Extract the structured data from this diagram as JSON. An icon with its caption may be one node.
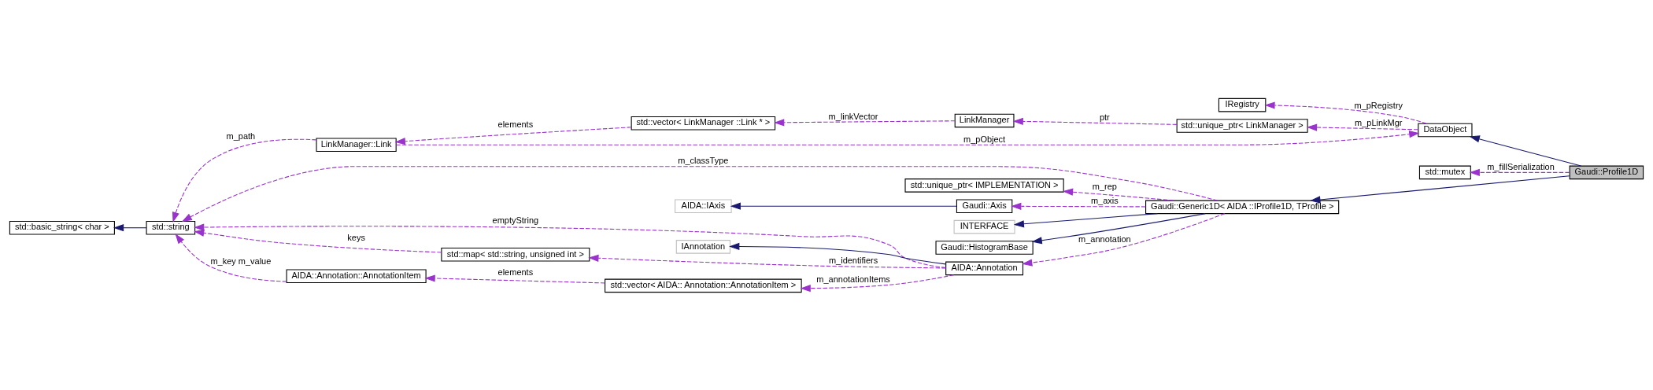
{
  "diagram": {
    "nodes": [
      {
        "text": [
          "Gaudi::Profile1D"
        ]
      },
      {
        "text": [
          "DataObject"
        ]
      },
      {
        "text": [
          "IRegistry"
        ]
      },
      {
        "text": [
          "std::unique_ptr< LinkManager >"
        ]
      },
      {
        "text": [
          "LinkManager"
        ]
      },
      {
        "text": [
          "std::vector< LinkManager ::Link * >"
        ]
      },
      {
        "text": [
          "LinkManager::Link"
        ]
      },
      {
        "text": [
          "std::string"
        ]
      },
      {
        "text": [
          "std::basic_string< char >"
        ]
      },
      {
        "text": [
          "std::mutex"
        ]
      },
      {
        "text": [
          "Gaudi::Generic1D< AIDA ::IProfile1D, TProfile >"
        ]
      },
      {
        "text": [
          "std::unique_ptr< IMPLEMENTATION >"
        ]
      },
      {
        "text": [
          "Gaudi::Axis"
        ]
      },
      {
        "text": [
          "AIDA::IAxis"
        ]
      },
      {
        "text": [
          "INTERFACE"
        ]
      },
      {
        "text": [
          "IAnnotation"
        ]
      },
      {
        "text": [
          "Gaudi::HistogramBase"
        ]
      },
      {
        "text": [
          "AIDA::Annotation"
        ]
      },
      {
        "text": [
          "std::map< std::string, unsigned int >"
        ]
      },
      {
        "text": [
          "std::vector< AIDA:: Annotation::AnnotationItem >"
        ]
      },
      {
        "text": [
          "AIDA::Annotation::AnnotationItem"
        ]
      }
    ],
    "edges": [
      {
        "from": 0,
        "to": 1,
        "arrow": "to",
        "color": "#191970"
      },
      {
        "from": 0,
        "to": 10,
        "arrow": "to",
        "color": "#191970"
      },
      {
        "from": 0,
        "to": 9,
        "arrow": "to",
        "label": "m_fillSerialization",
        "style": "dashed"
      },
      {
        "from": 1,
        "to": 2,
        "arrow": "to",
        "label": "m_pRegistry",
        "style": "dashed"
      },
      {
        "from": 1,
        "to": 3,
        "arrow": "to",
        "label": "m_pLinkMgr",
        "style": "dashed"
      },
      {
        "from": 3,
        "to": 4,
        "arrow": "to",
        "label": "ptr",
        "style": "dashed"
      },
      {
        "from": 4,
        "to": 5,
        "arrow": "to",
        "label": "m_linkVector",
        "style": "dashed"
      },
      {
        "from": 5,
        "to": 6,
        "arrow": "to",
        "label": "elements",
        "style": "dashed"
      },
      {
        "from": 6,
        "to": 1,
        "arrow": "to",
        "label": "m_pObject",
        "style": "dashed"
      },
      {
        "from": 6,
        "to": 7,
        "arrow": "to",
        "label": "m_path",
        "style": "dashed"
      },
      {
        "from": 7,
        "to": 8,
        "arrow": "to",
        "color": "#191970"
      },
      {
        "from": 10,
        "to": 11,
        "arrow": "to",
        "label": "m_rep",
        "style": "dashed"
      },
      {
        "from": 10,
        "to": 12,
        "arrow": "to",
        "label": "m_axis",
        "style": "dashed"
      },
      {
        "from": 12,
        "to": 13,
        "arrow": "to",
        "color": "#191970"
      },
      {
        "from": 10,
        "to": 14,
        "arrow": "to",
        "color": "#191970"
      },
      {
        "from": 10,
        "to": 16,
        "arrow": "to",
        "color": "#191970"
      },
      {
        "from": 10,
        "to": 17,
        "arrow": "to",
        "label": "m_annotation",
        "style": "dashed"
      },
      {
        "from": 17,
        "to": 15,
        "arrow": "to",
        "color": "#191970"
      },
      {
        "from": 17,
        "to": 7,
        "arrow": "to",
        "label": "emptyString",
        "style": "dashed"
      },
      {
        "from": 17,
        "to": 18,
        "arrow": "to",
        "label": "m_identifiers",
        "style": "dashed"
      },
      {
        "from": 18,
        "to": 7,
        "arrow": "to",
        "label": "keys",
        "style": "dashed"
      },
      {
        "from": 17,
        "to": 19,
        "arrow": "to",
        "label": "m_annotationItems",
        "style": "dashed"
      },
      {
        "from": 19,
        "to": 20,
        "arrow": "to",
        "label": "elements",
        "style": "dashed"
      },
      {
        "from": 20,
        "to": 7,
        "arrow": "to",
        "label": "m_key m_value",
        "style": "dashed"
      },
      {
        "from": 10,
        "to": 7,
        "arrow": "to",
        "label": "m_classType",
        "style": "dashed"
      }
    ]
  }
}
